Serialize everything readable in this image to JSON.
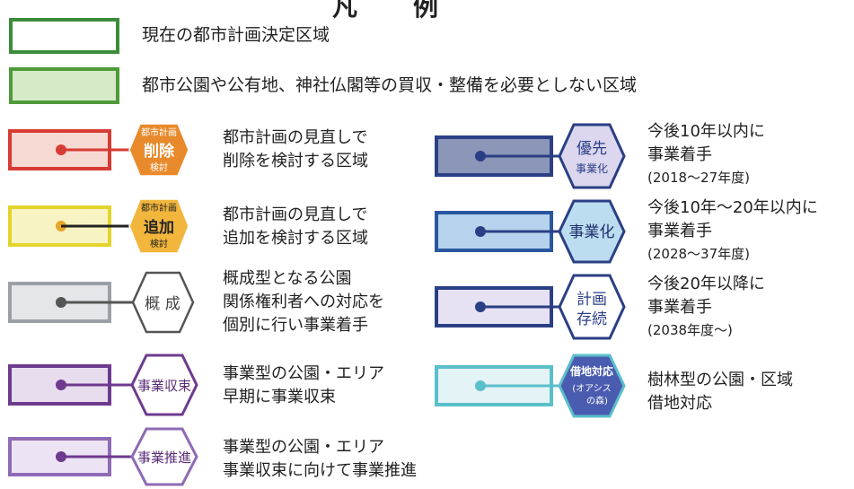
{
  "title": "凡　　例",
  "area_legend": [
    {
      "label": "現在の都市計画決定区域",
      "border": "#3c8c3c",
      "fill": "#ffffff"
    },
    {
      "label": "都市公園や公有地、神社仏閣等の買収・整備を必要としない区域",
      "border": "#4f9a3a",
      "fill": "#d6eac7"
    }
  ],
  "left_items": [
    {
      "badge_top": "都市計画",
      "badge_main": "削除",
      "badge_bottom": "検討",
      "lines": [
        "都市計画の見直しで",
        "削除を検討する区域"
      ],
      "color": "#d63b34",
      "fill": "#f6d9d3",
      "badge_fill": "#e88a2b",
      "icon": "orange-badge-icon"
    },
    {
      "badge_top": "都市計画",
      "badge_main": "追加",
      "badge_bottom": "検討",
      "lines": [
        "都市計画の見直しで",
        "追加を検討する区域"
      ],
      "color": "#e2d42c",
      "fill": "#f8f3c2",
      "badge_fill": "#f2b63c",
      "icon": "yellow-badge-icon"
    },
    {
      "badge_main": "概 成",
      "lines": [
        "概成型となる公園",
        "関係権利者への対応を",
        "個別に行い事業着手"
      ],
      "color": "#9aa0a6",
      "fill": "#e4e6e9",
      "badge_fill": "#ffffff",
      "icon": "grey-hexagon-icon"
    },
    {
      "badge_main": "事業収束",
      "lines": [
        "事業型の公園・エリア",
        "早期に事業収束"
      ],
      "color": "#6e3a8e",
      "fill": "#e7ddee",
      "badge_fill": "#ffffff",
      "icon": "purple-hexagon-icon"
    },
    {
      "badge_main": "事業推進",
      "lines": [
        "事業型の公園・エリア",
        "事業収束に向けて事業推進"
      ],
      "color": "#8f6bb5",
      "fill": "#ece4f4",
      "badge_fill": "#ffffff",
      "icon": "lavender-hexagon-icon"
    }
  ],
  "right_items": [
    {
      "badge_main": "優先",
      "badge_sub": "事業化",
      "lines": [
        "今後10年以内に",
        "事業着手",
        "(2018～27年度)"
      ],
      "color": "#2a3f85",
      "fill": "#8c96b8",
      "badge_fill": "#dcd7ef",
      "icon": "navy-hexagon-icon"
    },
    {
      "badge_main": "事業化",
      "lines": [
        "今後10年～20年以内に",
        "事業着手",
        "(2028～37年度)"
      ],
      "color": "#2a56a0",
      "fill": "#b5d3ec",
      "badge_fill": "#bcdcf0",
      "icon": "blue-hexagon-icon"
    },
    {
      "badge_main": "計画",
      "badge_sub": "存続",
      "lines": [
        "今後20年以降に",
        "事業着手",
        "(2038年度～)"
      ],
      "color": "#2a3f85",
      "fill": "#e6e1f3",
      "badge_fill": "#ffffff",
      "icon": "white-hexagon-icon"
    },
    {
      "badge_main": "借地対応",
      "badge_sub": "(オアシス",
      "badge_sub2": "の森)",
      "lines": [
        "樹林型の公園・区域",
        "借地対応"
      ],
      "color": "#5bbfca",
      "fill": "#e4f3f6",
      "badge_fill": "#4a5cb0",
      "icon": "teal-hexagon-icon"
    }
  ]
}
